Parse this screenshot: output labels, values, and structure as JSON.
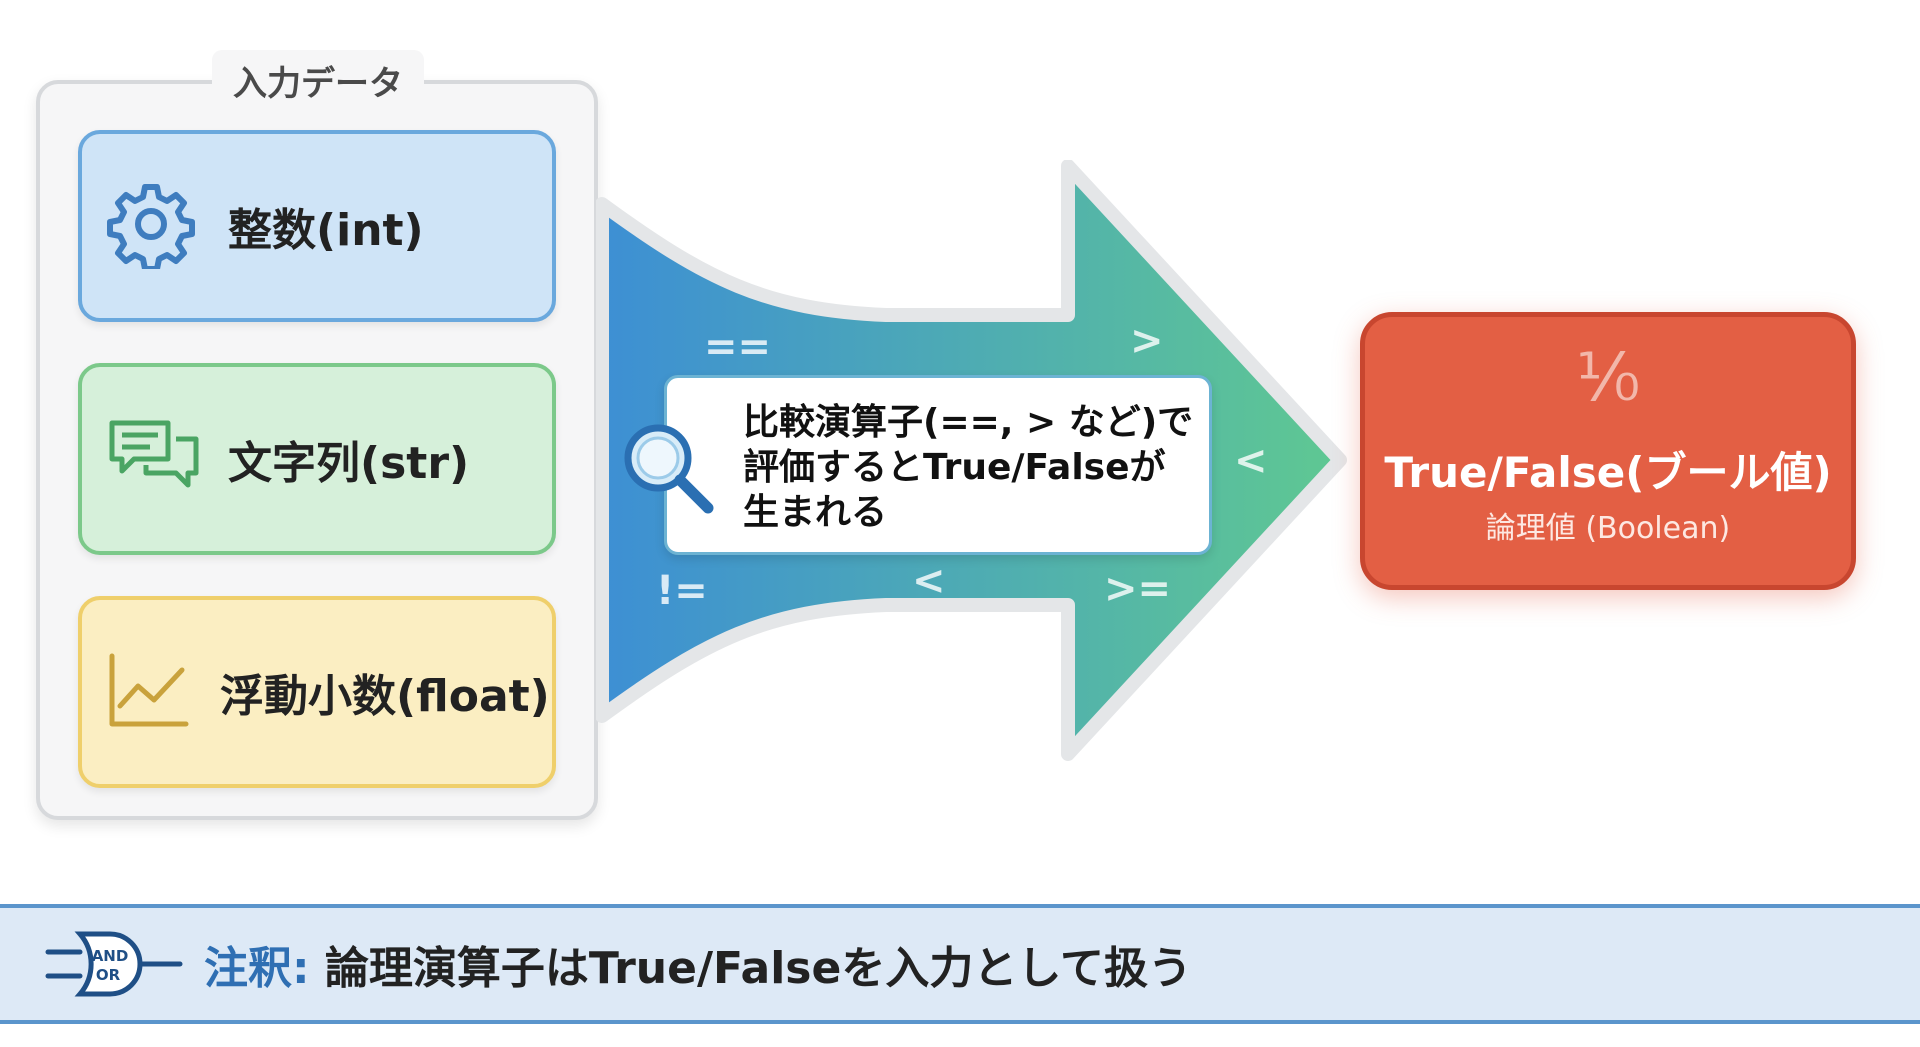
{
  "input_panel": {
    "title": "入力データ",
    "cards": [
      {
        "label": "整数(int)",
        "icon": "gear-icon",
        "color": "#cfe4f7"
      },
      {
        "label": "文字列(str)",
        "icon": "chat-bubbles-icon",
        "color": "#d6f0da"
      },
      {
        "label": "浮動小数(float)",
        "icon": "line-chart-icon",
        "color": "#fbeec2"
      }
    ]
  },
  "arrow": {
    "operators": [
      "==",
      ">",
      "<",
      "!=",
      "<",
      ">="
    ],
    "gradient": [
      "#3d8fd4",
      "#5fc892"
    ]
  },
  "center": {
    "icon": "magnifier-icon",
    "lines": [
      "比較演算子(==, > など)で",
      "評価するとTrue/Falseが",
      "生まれる"
    ]
  },
  "result": {
    "symbol": "⅟₀",
    "title": "True/False(ブール値)",
    "subtitle": "論理値 (Boolean)",
    "color": "#e35f44"
  },
  "note": {
    "icon": "and-or-gate-icon",
    "gate_text": [
      "AND",
      "OR"
    ],
    "label": "注釈:",
    "text": " 論理演算子はTrue/Falseを入力として扱う"
  }
}
